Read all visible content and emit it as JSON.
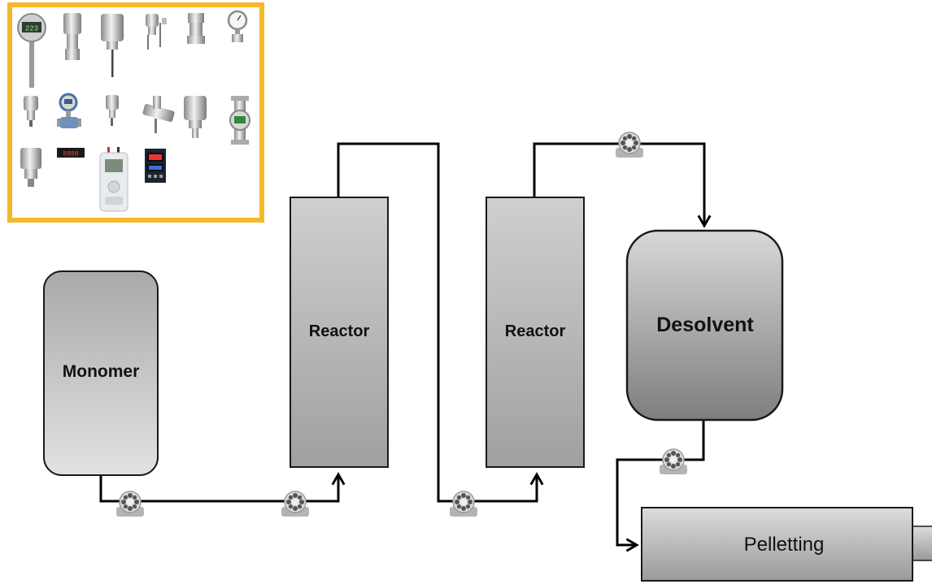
{
  "colors": {
    "frame_border": "#f4b82a",
    "vessel_fill_light": "#d6d6d6",
    "vessel_fill_dark": "#8c8c8c",
    "pipe": "#000000",
    "pump_body": "#b8b8b8"
  },
  "instrument_panel": {
    "items": [
      {
        "icon": "digital-pressure-gauge-icon"
      },
      {
        "icon": "pressure-transmitter-icon"
      },
      {
        "icon": "level-probe-icon"
      },
      {
        "icon": "temperature-sensor-icon"
      },
      {
        "icon": "flush-pressure-sensor-icon"
      },
      {
        "icon": "dial-pressure-gauge-icon"
      },
      {
        "icon": "small-sensor-icon"
      },
      {
        "icon": "flow-meter-icon"
      },
      {
        "icon": "insertion-sensor-icon"
      },
      {
        "icon": "inline-flow-sensor-icon"
      },
      {
        "icon": "sanitary-transmitter-icon"
      },
      {
        "icon": "tri-clamp-flow-meter-icon"
      },
      {
        "icon": "pressure-sensor-icon"
      },
      {
        "icon": "panel-display-icon"
      },
      {
        "icon": "handheld-calibrator-icon"
      },
      {
        "icon": "digital-controller-icon"
      }
    ]
  },
  "vessels": {
    "monomer": "Monomer",
    "reactor1": "Reactor",
    "reactor2": "Reactor",
    "desolvent": "Desolvent",
    "pelletting": "Pelletting"
  },
  "pumps": [
    {
      "name": "pump-monomer-outlet"
    },
    {
      "name": "pump-reactor1-feed"
    },
    {
      "name": "pump-reactor2-feed"
    },
    {
      "name": "pump-desolvent-feed"
    },
    {
      "name": "pump-desolvent-outlet"
    }
  ]
}
